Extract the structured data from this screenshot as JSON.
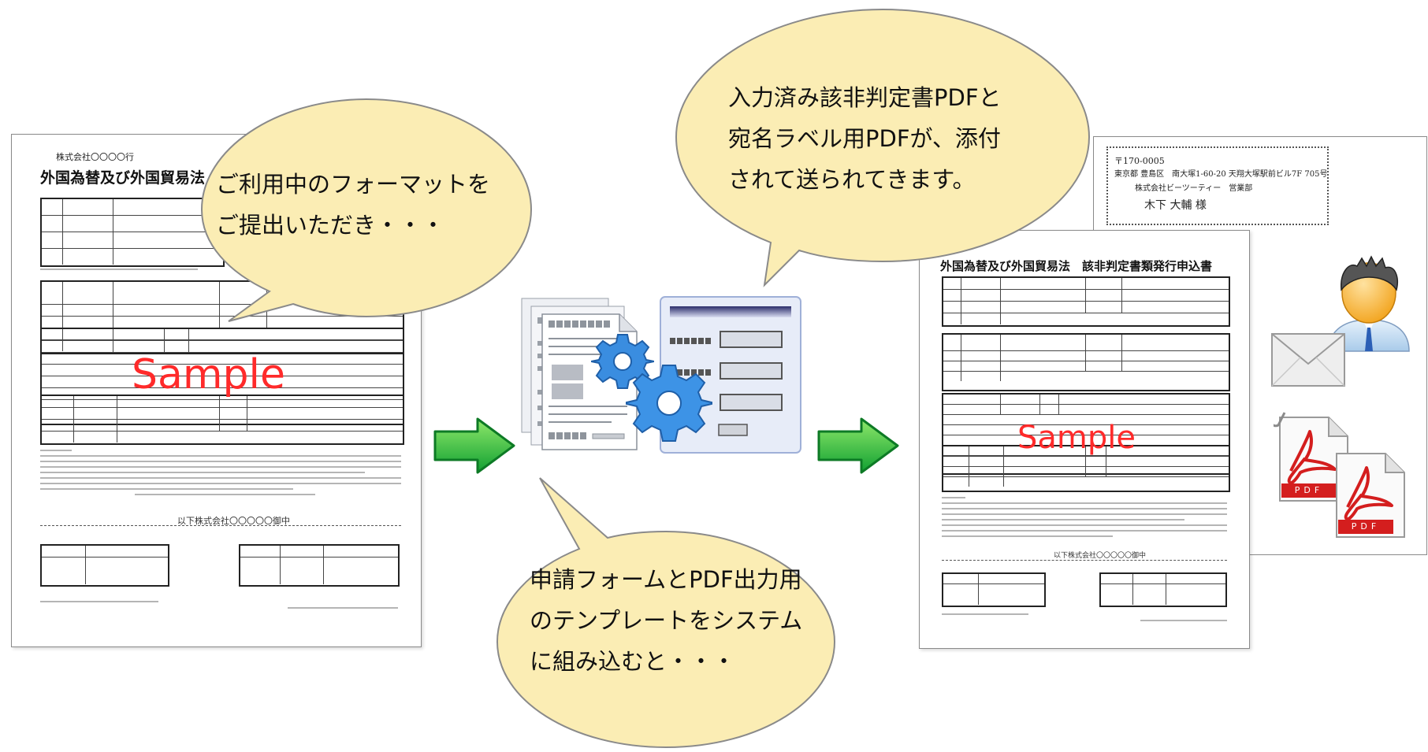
{
  "bubbles": {
    "left": {
      "lines": [
        "ご利用中のフォーマットを",
        "ご提出いただき・・・"
      ]
    },
    "top": {
      "lines": [
        "入力済み該非判定書PDFと",
        "宛名ラベル用PDFが、添付",
        "されて送られてきます。"
      ]
    },
    "bottom": {
      "lines": [
        "申請フォームとPDF出力用",
        "のテンプレートをシステム",
        "に組み込むと・・・"
      ]
    }
  },
  "left_doc": {
    "company": "株式会社〇〇〇〇行",
    "title": "外国為替及び外国貿易法",
    "sample": "Sample",
    "footer_note": "以下株式会社〇〇〇〇〇御中"
  },
  "right_doc": {
    "title": "外国為替及び外国貿易法　該非判定書類発行申込書",
    "sample": "Sample",
    "footer_note": "以下株式会社〇〇〇〇〇御中"
  },
  "label_doc": {
    "postal": "〒170-0005",
    "address": "東京都 豊島区　南大塚1-60-20 天翔大塚駅前ビル7F 705号",
    "company": "株式会社ビーツーティー　営業部",
    "name": "木下 大輔 様"
  },
  "pdf_icons": [
    {
      "label": "PDF"
    },
    {
      "label": "PDF"
    }
  ],
  "colors": {
    "bubble_fill": "#fbedb4",
    "arrow_green": "#22b33a",
    "sample_red": "#ff2a2a",
    "gear_blue": "#3a8de0"
  }
}
